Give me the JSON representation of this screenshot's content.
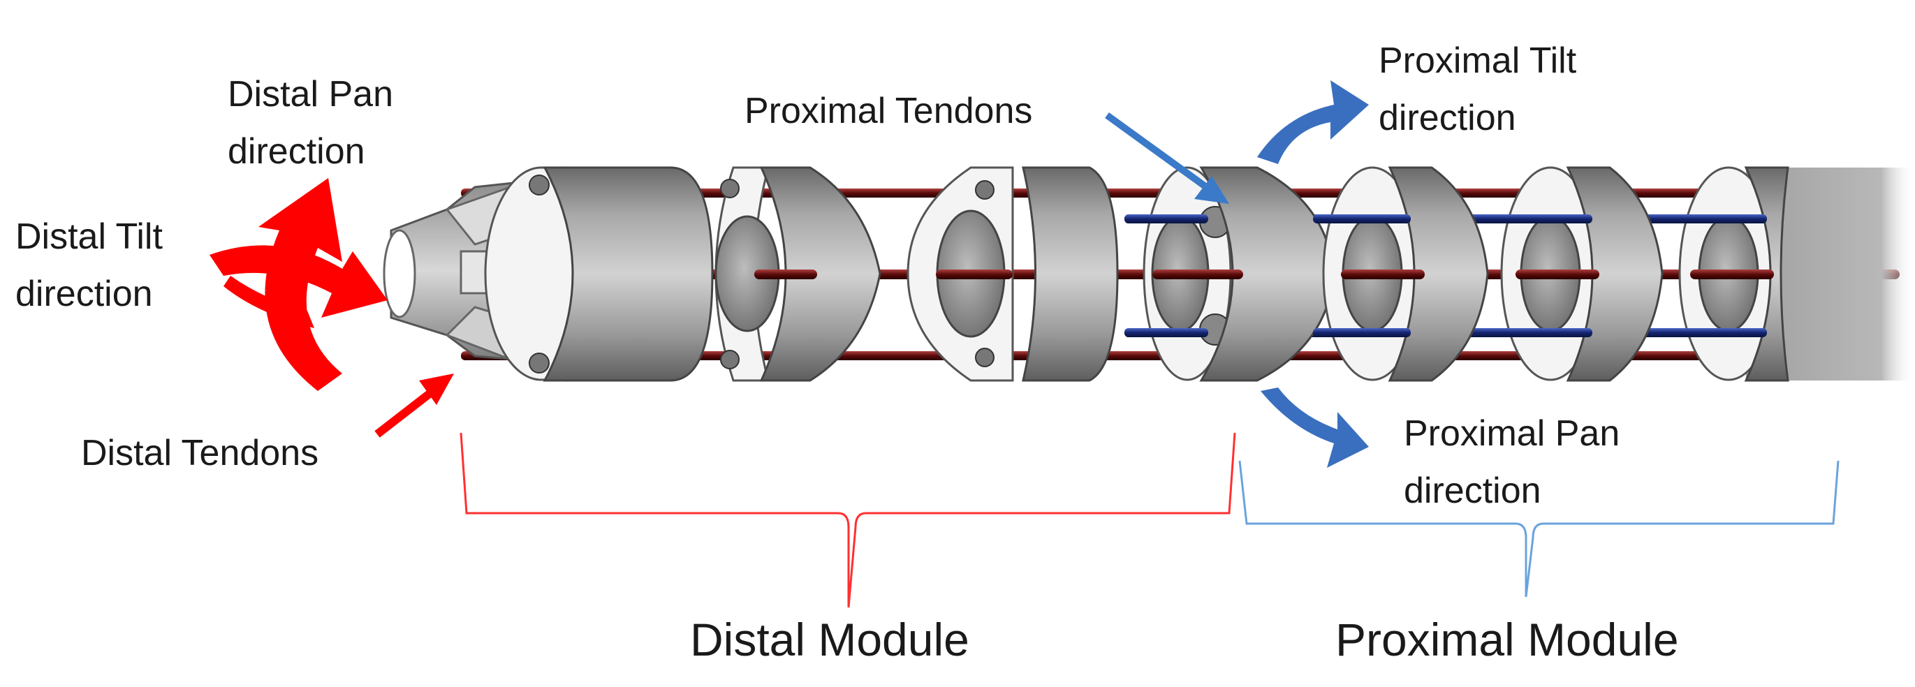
{
  "labels": {
    "distal_pan": [
      "Distal Pan",
      "direction"
    ],
    "distal_tilt": [
      "Distal Tilt",
      "direction"
    ],
    "distal_tendons": "Distal Tendons",
    "proximal_tendons": "Proximal Tendons",
    "proximal_tilt": [
      "Proximal Tilt",
      "direction"
    ],
    "proximal_pan": [
      "Proximal Pan",
      "direction"
    ]
  },
  "modules": {
    "distal": "Distal Module",
    "proximal": "Proximal Module"
  },
  "colors": {
    "distal_accent": "#ff0000",
    "proximal_accent": "#3a6fbf",
    "distal_tendon": "#7a1010",
    "proximal_tendon": "#1a2f86",
    "bracket_distal": "#ff3030",
    "bracket_proximal": "#6aa3dc",
    "body_gray": "#8f8f8f"
  }
}
